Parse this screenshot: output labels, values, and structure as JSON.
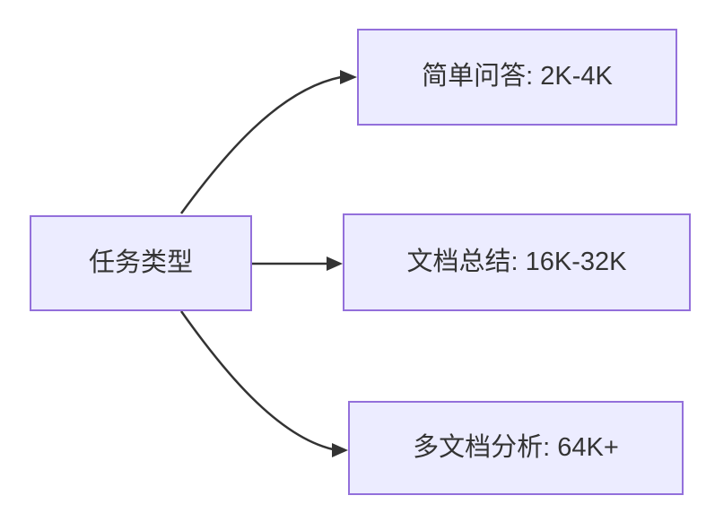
{
  "diagram": {
    "type": "flowchart",
    "direction": "left-to-right",
    "root": {
      "id": "task-type",
      "label": "任务类型"
    },
    "branches": [
      {
        "id": "simple-qa",
        "label": "简单问答: 2K-4K"
      },
      {
        "id": "doc-summary",
        "label": "文档总结: 16K-32K"
      },
      {
        "id": "multi-doc",
        "label": "多文档分析: 64K+"
      }
    ],
    "edges": [
      {
        "from": "task-type",
        "to": "simple-qa"
      },
      {
        "from": "task-type",
        "to": "doc-summary"
      },
      {
        "from": "task-type",
        "to": "multi-doc"
      }
    ],
    "colors": {
      "node_fill": "#ECECFF",
      "node_border": "#9370DB",
      "edge": "#333333",
      "text": "#333333",
      "background": "#FFFFFF"
    }
  }
}
